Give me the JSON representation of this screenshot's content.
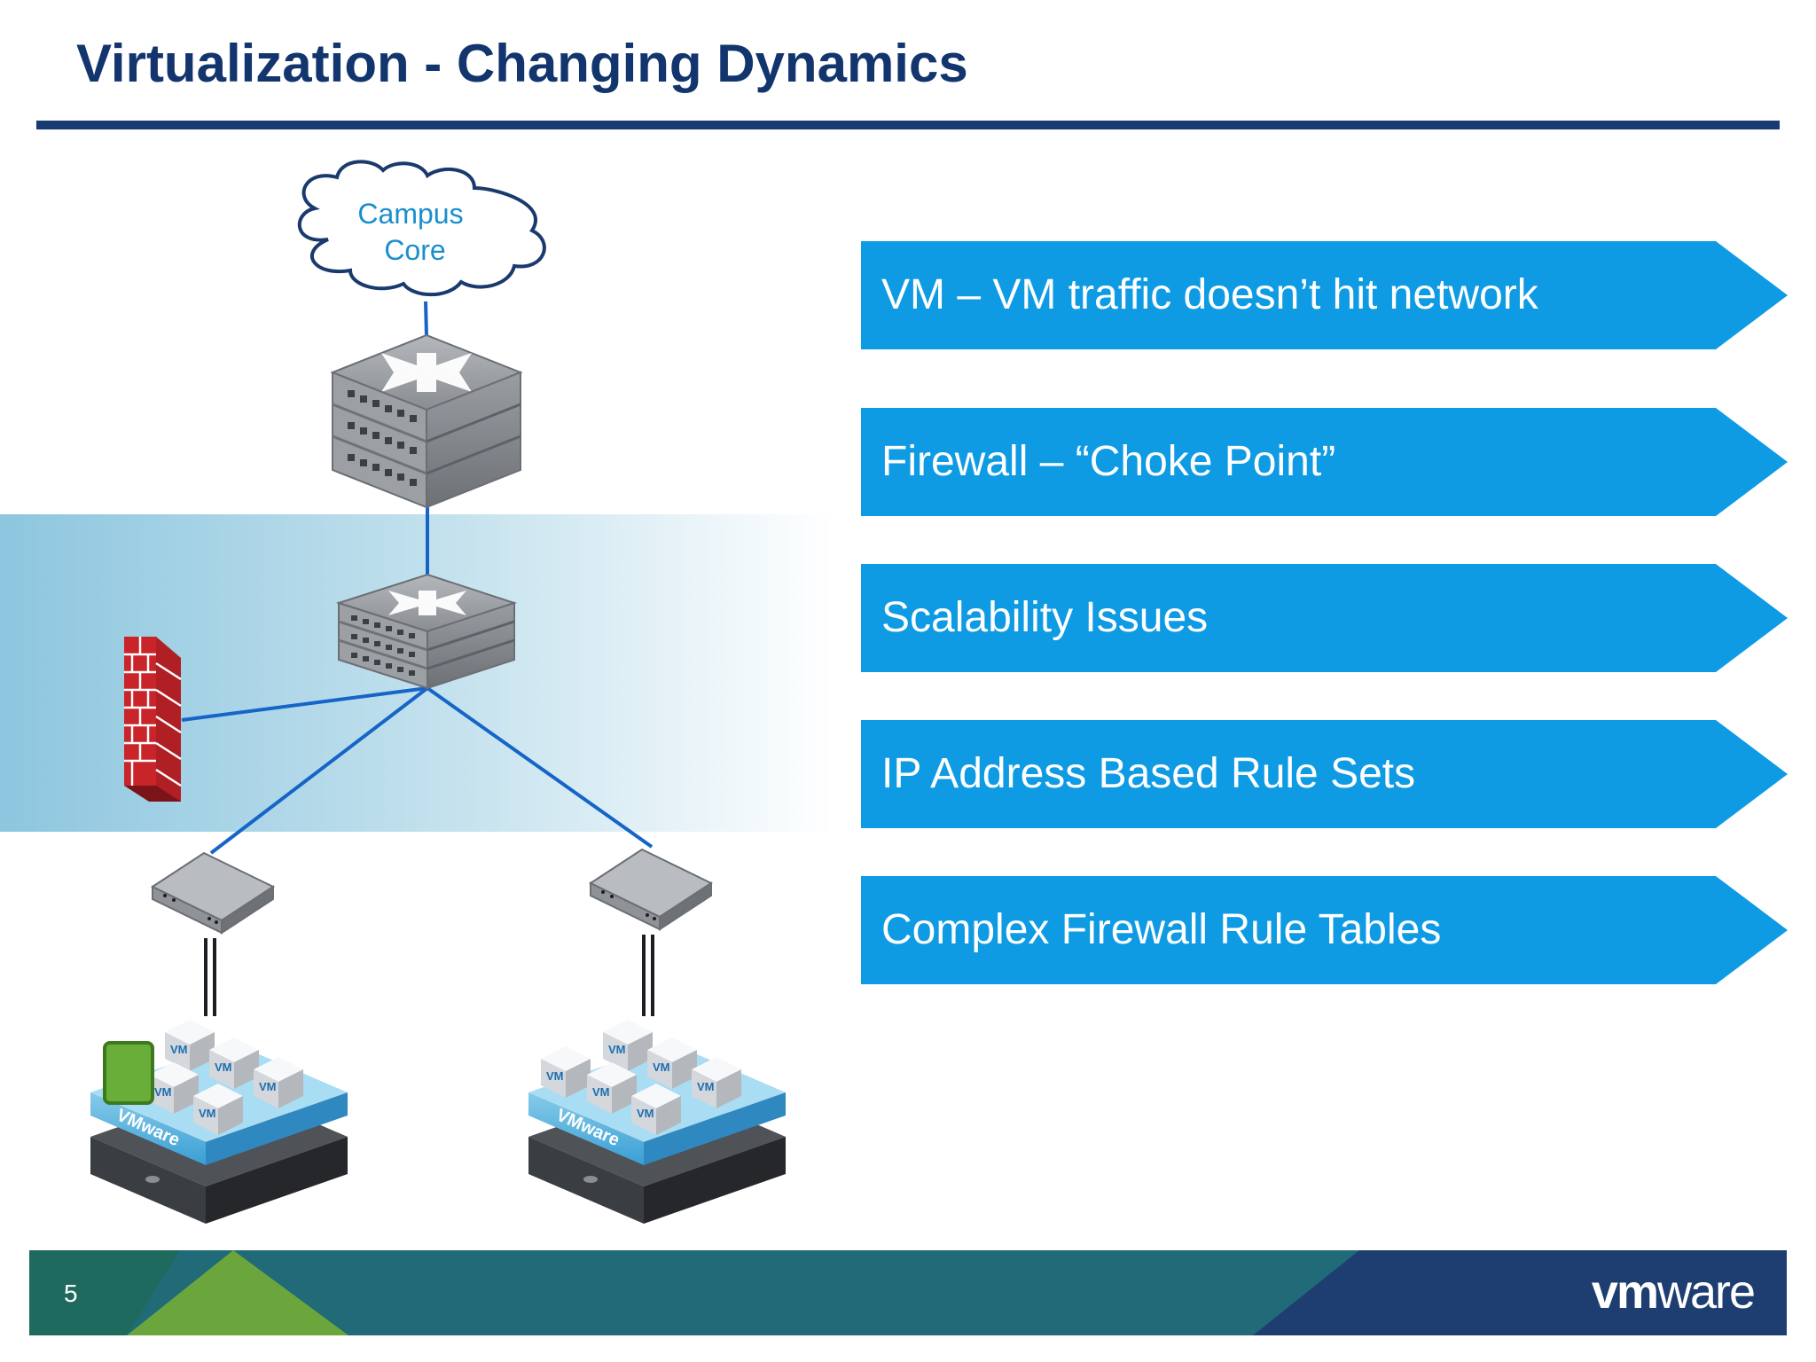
{
  "slide": {
    "title": "Virtualization - Changing Dynamics",
    "page_number": "5"
  },
  "diagram": {
    "cloud_label_line1": "Campus",
    "cloud_label_line2": "Core",
    "vm_label": "VM",
    "host_label": "VMware",
    "icons": [
      "cloud-icon",
      "core-switch-icon",
      "distribution-switch-icon",
      "firewall-icon",
      "access-switch-icon",
      "esx-host-icon",
      "vm-icon"
    ]
  },
  "items": [
    {
      "label": "VM – VM traffic doesn’t hit network"
    },
    {
      "label": "Firewall – “Choke Point”"
    },
    {
      "label": "Scalability Issues"
    },
    {
      "label": "IP Address Based Rule Sets"
    },
    {
      "label": "Complex Firewall Rule Tables"
    }
  ],
  "footer": {
    "logo_vm": "vm",
    "logo_ware": "ware"
  },
  "colors": {
    "title": "#12356e",
    "accent_blue": "#0e9be4",
    "footer_green": "#6aa63c",
    "footer_teal": "#216b79",
    "footer_navy": "#1e3d70",
    "firewall_red": "#c9242a"
  }
}
